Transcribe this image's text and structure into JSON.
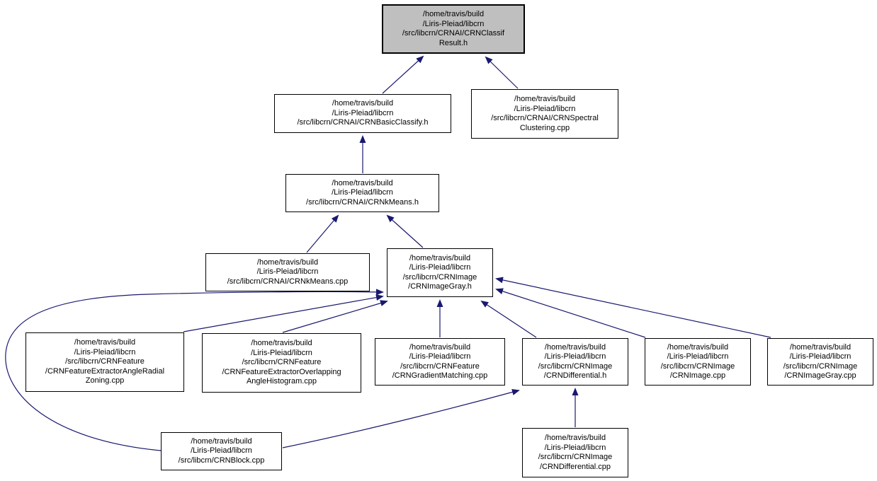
{
  "diagram": {
    "type": "include-dependency-graph",
    "colors": {
      "background": "#ffffff",
      "edge": "#191970",
      "node_border": "#000000",
      "node_fill": "#ffffff",
      "root_fill": "#bfbfbf",
      "text": "#000000"
    },
    "nodes": [
      {
        "id": "CRNClassifResult_h",
        "root": true,
        "lines": [
          "/home/travis/build",
          "/Liris-Pleiad/libcrn",
          "/src/libcrn/CRNAI/CRNClassif",
          "Result.h"
        ]
      },
      {
        "id": "CRNBasicClassify_h",
        "root": false,
        "lines": [
          "/home/travis/build",
          "/Liris-Pleiad/libcrn",
          "/src/libcrn/CRNAI/CRNBasicClassify.h"
        ]
      },
      {
        "id": "CRNSpectralClustering_cpp",
        "root": false,
        "lines": [
          "/home/travis/build",
          "/Liris-Pleiad/libcrn",
          "/src/libcrn/CRNAI/CRNSpectral",
          "Clustering.cpp"
        ]
      },
      {
        "id": "CRNkMeans_h",
        "root": false,
        "lines": [
          "/home/travis/build",
          "/Liris-Pleiad/libcrn",
          "/src/libcrn/CRNAI/CRNkMeans.h"
        ]
      },
      {
        "id": "CRNkMeans_cpp",
        "root": false,
        "lines": [
          "/home/travis/build",
          "/Liris-Pleiad/libcrn",
          "/src/libcrn/CRNAI/CRNkMeans.cpp"
        ]
      },
      {
        "id": "CRNImageGray_h",
        "root": false,
        "lines": [
          "/home/travis/build",
          "/Liris-Pleiad/libcrn",
          "/src/libcrn/CRNImage",
          "/CRNImageGray.h"
        ]
      },
      {
        "id": "CRNFeatureExtractorAngleRadialZoning_cpp",
        "root": false,
        "lines": [
          "/home/travis/build",
          "/Liris-Pleiad/libcrn",
          "/src/libcrn/CRNFeature",
          "/CRNFeatureExtractorAngleRadial",
          "Zoning.cpp"
        ]
      },
      {
        "id": "CRNFeatureExtractorOverlappingAngleHistogram_cpp",
        "root": false,
        "lines": [
          "/home/travis/build",
          "/Liris-Pleiad/libcrn",
          "/src/libcrn/CRNFeature",
          "/CRNFeatureExtractorOverlapping",
          "AngleHistogram.cpp"
        ]
      },
      {
        "id": "CRNGradientMatching_cpp",
        "root": false,
        "lines": [
          "/home/travis/build",
          "/Liris-Pleiad/libcrn",
          "/src/libcrn/CRNFeature",
          "/CRNGradientMatching.cpp"
        ]
      },
      {
        "id": "CRNDifferential_h",
        "root": false,
        "lines": [
          "/home/travis/build",
          "/Liris-Pleiad/libcrn",
          "/src/libcrn/CRNImage",
          "/CRNDifferential.h"
        ]
      },
      {
        "id": "CRNImage_cpp",
        "root": false,
        "lines": [
          "/home/travis/build",
          "/Liris-Pleiad/libcrn",
          "/src/libcrn/CRNImage",
          "/CRNImage.cpp"
        ]
      },
      {
        "id": "CRNImageGray_cpp",
        "root": false,
        "lines": [
          "/home/travis/build",
          "/Liris-Pleiad/libcrn",
          "/src/libcrn/CRNImage",
          "/CRNImageGray.cpp"
        ]
      },
      {
        "id": "CRNBlock_cpp",
        "root": false,
        "lines": [
          "/home/travis/build",
          "/Liris-Pleiad/libcrn",
          "/src/libcrn/CRNBlock.cpp"
        ]
      },
      {
        "id": "CRNDifferential_cpp",
        "root": false,
        "lines": [
          "/home/travis/build",
          "/Liris-Pleiad/libcrn",
          "/src/libcrn/CRNImage",
          "/CRNDifferential.cpp"
        ]
      }
    ],
    "edges": [
      {
        "from": "CRNBasicClassify_h",
        "to": "CRNClassifResult_h"
      },
      {
        "from": "CRNSpectralClustering_cpp",
        "to": "CRNClassifResult_h"
      },
      {
        "from": "CRNkMeans_h",
        "to": "CRNBasicClassify_h"
      },
      {
        "from": "CRNkMeans_cpp",
        "to": "CRNkMeans_h"
      },
      {
        "from": "CRNImageGray_h",
        "to": "CRNkMeans_h"
      },
      {
        "from": "CRNFeatureExtractorAngleRadialZoning_cpp",
        "to": "CRNImageGray_h"
      },
      {
        "from": "CRNFeatureExtractorOverlappingAngleHistogram_cpp",
        "to": "CRNImageGray_h"
      },
      {
        "from": "CRNGradientMatching_cpp",
        "to": "CRNImageGray_h"
      },
      {
        "from": "CRNDifferential_h",
        "to": "CRNImageGray_h"
      },
      {
        "from": "CRNImage_cpp",
        "to": "CRNImageGray_h"
      },
      {
        "from": "CRNImageGray_cpp",
        "to": "CRNImageGray_h"
      },
      {
        "from": "CRNBlock_cpp",
        "to": "CRNImageGray_h"
      },
      {
        "from": "CRNBlock_cpp",
        "to": "CRNDifferential_h"
      },
      {
        "from": "CRNDifferential_cpp",
        "to": "CRNDifferential_h"
      }
    ]
  }
}
